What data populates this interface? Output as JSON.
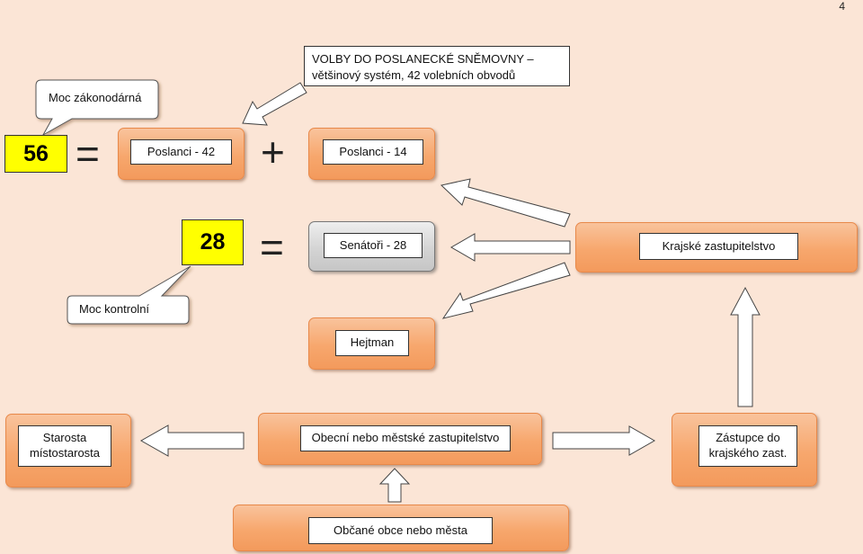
{
  "page_number": "4",
  "callouts": {
    "legislative": "Moc zákonodárná",
    "control": "Moc kontrolní"
  },
  "title_box": {
    "line1": "VOLBY DO POSLANECKÉ SNĚMOVNY –",
    "line2": "většinový systém, 42 volebních obvodů"
  },
  "numbers": {
    "deputies_total": "56",
    "senators_total": "28"
  },
  "operators": {
    "equals": "=",
    "plus": "+"
  },
  "nodes": {
    "poslanci_42": "Poslanci  - 42",
    "poslanci_14": "Poslanci - 14",
    "senatori_28": "Senátoři - 28",
    "krajske": "Krajské zastupitelstvo",
    "hejtman": "Hejtman",
    "starosta_l1": "Starosta",
    "starosta_l2": "místostarosta",
    "obecni": "Obecní nebo městské zastupitelstvo",
    "zastupce_l1": "Zástupce do",
    "zastupce_l2": "krajského  zast.",
    "obcane": "Občané obce nebo města"
  },
  "colors": {
    "background": "#fbe5d6",
    "orange": "#f7a76d",
    "yellow": "#ffff00",
    "senate_gray": "#dcdcdc"
  }
}
